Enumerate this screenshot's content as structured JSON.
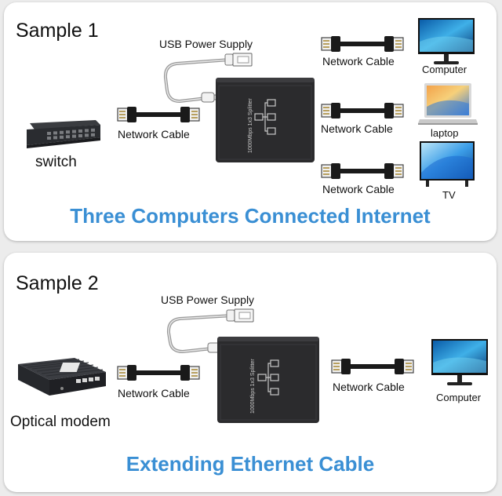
{
  "sample1": {
    "title": "Sample 1",
    "usb_label": "USB Power Supply",
    "source_label": "switch",
    "input_cable_label": "Network Cable",
    "output_cable_labels": [
      "Network Cable",
      "Network Cable",
      "Network Cable"
    ],
    "device_labels": [
      "Computer",
      "laptop",
      "TV"
    ],
    "splitter_text": "1000Mbps 1x3 Splitter",
    "headline": "Three Computers Connected Internet"
  },
  "sample2": {
    "title": "Sample 2",
    "usb_label": "USB Power Supply",
    "source_label": "Optical modem",
    "input_cable_label": "Network Cable",
    "output_cable_label": "Network Cable",
    "device_label": "Computer",
    "splitter_text": "1000Mbps 1x3 Splitter",
    "headline": "Extending Ethernet Cable"
  },
  "colors": {
    "headline": "#3a8fd4",
    "splitter": "#2b2b2d",
    "cable": "#1a1a1a"
  }
}
